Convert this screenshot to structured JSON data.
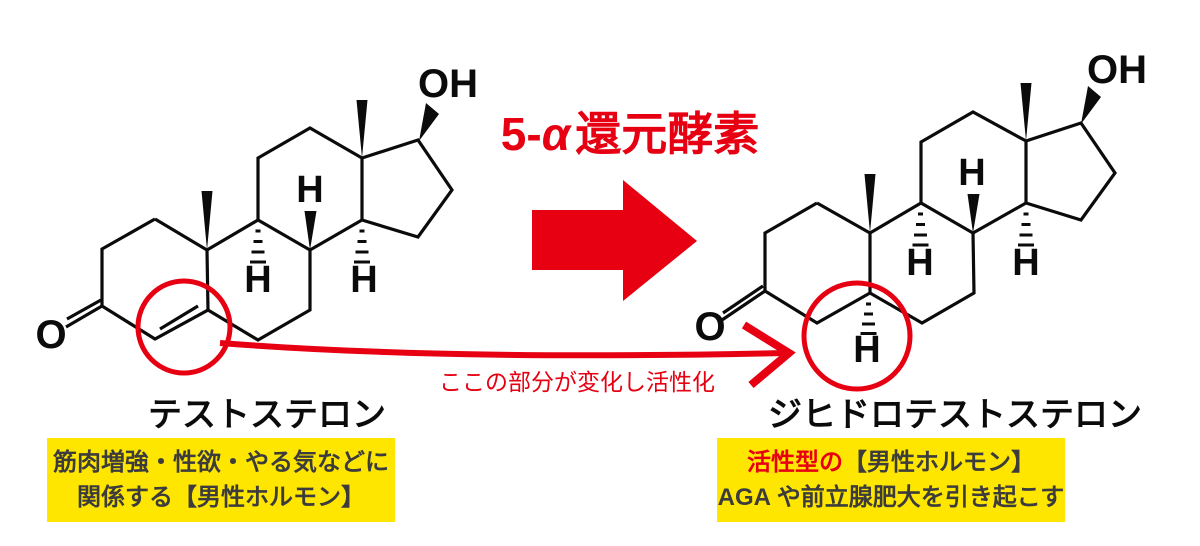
{
  "colors": {
    "red": "#e60012",
    "yellow": "#ffe600",
    "text_dark": "#3c3c3c",
    "ink": "#0b0b0b"
  },
  "enzyme": {
    "prefix": "5-",
    "alpha": "α",
    "suffix": "還元酵素"
  },
  "annotation": {
    "text": "ここの部分が変化し活性化"
  },
  "atoms": {
    "oxygen": "O",
    "hydroxyl": "OH",
    "hydrogen": "H"
  },
  "left": {
    "name": "テストステロン",
    "note_line1": "筋肉増強・性欲・やる気などに",
    "note_line2": "関係する【男性ホルモン】"
  },
  "right": {
    "name": "ジヒドロテストステロン",
    "note_highlight": "活性型の",
    "note_line1": "【男性ホルモン】",
    "note_line2": "AGA や前立腺肥大を引き起こす"
  }
}
